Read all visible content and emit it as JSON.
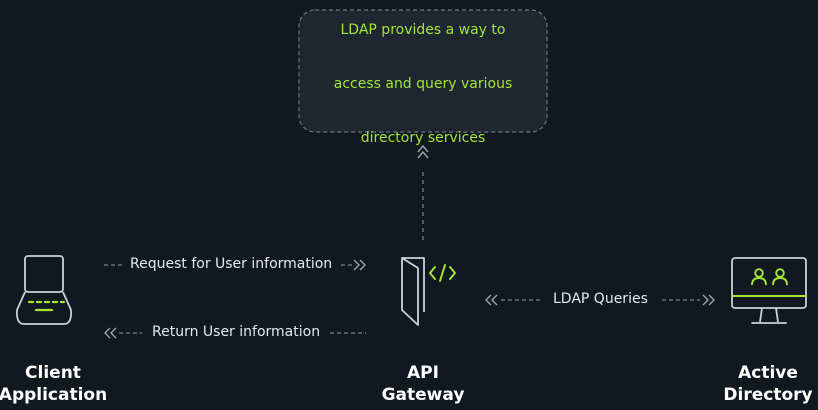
{
  "note": {
    "lines": [
      "LDAP provides a way to",
      "access and query various",
      "directory services"
    ]
  },
  "flows": {
    "request": "Request for User information",
    "return": "Return User information",
    "ldap": "LDAP Queries"
  },
  "nodes": {
    "client": {
      "line1": "Client",
      "line2": "Application",
      "icon": "laptop-icon"
    },
    "gateway": {
      "line1": "API",
      "line2": "Gateway",
      "icon": "api-gateway-icon"
    },
    "directory": {
      "line1": "Active",
      "line2": "Directory",
      "icon": "monitor-users-icon"
    }
  },
  "colors": {
    "background": "#121820",
    "accent": "#a3e635",
    "stroke": "#c9d1db",
    "dashes": "#7a8594",
    "note_fill": "#1e2630"
  }
}
